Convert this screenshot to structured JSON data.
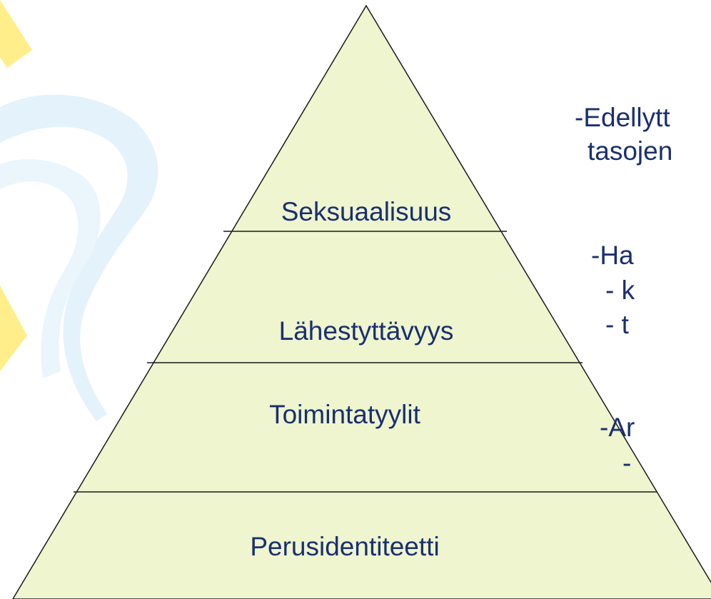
{
  "colors": {
    "pyramid_fill": "#eef5cf",
    "pyramid_stroke": "#1a1a1a",
    "label_text": "#1a2f6e",
    "side_text": "#1a2f6e",
    "deco_yellow": "#ffee8a",
    "deco_blue": "#e4f2fb"
  },
  "pyramid": {
    "levels": [
      {
        "label": "Seksuaalisuus"
      },
      {
        "label": "Lähestyttävyys"
      },
      {
        "label": "Toimintatyylit"
      },
      {
        "label": "Perusidentiteetti"
      }
    ]
  },
  "side_notes": [
    {
      "text": "-Edellytt"
    },
    {
      "text": "tasojen"
    },
    {
      "text": "-Ha"
    },
    {
      "text": "- k"
    },
    {
      "text": "- t"
    },
    {
      "text": "-Ar"
    },
    {
      "text": "-"
    }
  ]
}
